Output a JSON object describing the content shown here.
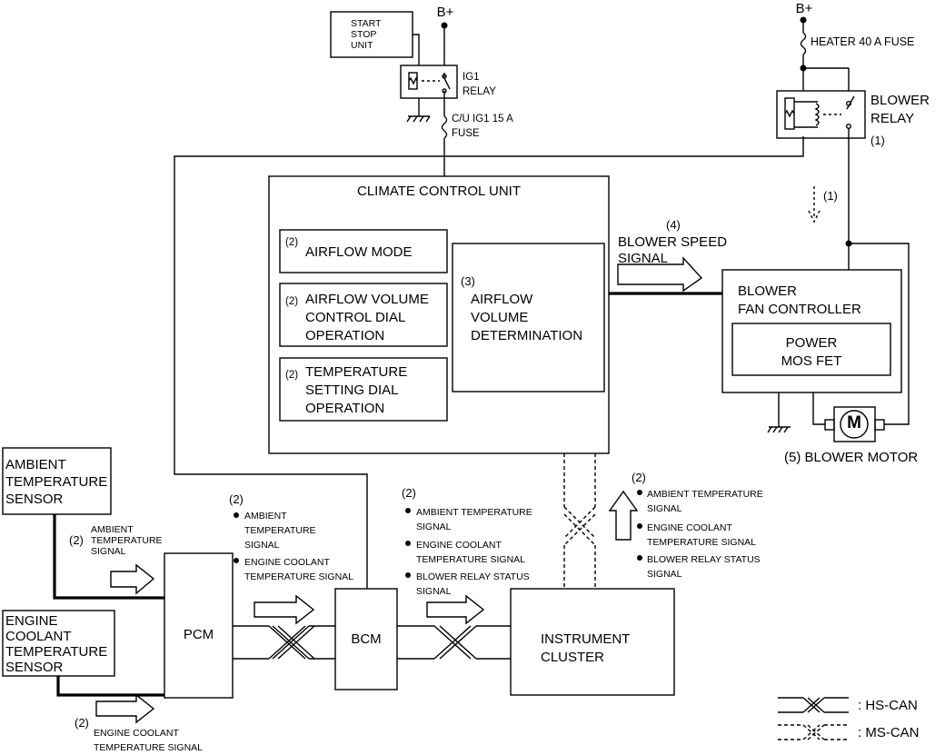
{
  "power": {
    "b_plus_left": "B+",
    "b_plus_right": "B+"
  },
  "start_stop_unit": [
    "START",
    "STOP",
    "UNIT"
  ],
  "ig1_relay": [
    "IG1",
    "RELAY"
  ],
  "cu_fuse": [
    "C/U IG1 15 A",
    "FUSE"
  ],
  "heater_fuse": "HEATER 40 A FUSE",
  "blower_relay": [
    "BLOWER",
    "RELAY"
  ],
  "blower_relay_num": "(1)",
  "flow_1": "(1)",
  "ccu": {
    "title": "CLIMATE CONTROL UNIT",
    "airflow_mode": {
      "num": "(2)",
      "label": "AIRFLOW MODE"
    },
    "airflow_volume": {
      "num": "(2)",
      "lines": [
        "AIRFLOW VOLUME",
        "CONTROL DIAL",
        "OPERATION"
      ]
    },
    "temperature": {
      "num": "(2)",
      "lines": [
        "TEMPERATURE",
        "SETTING DIAL",
        "OPERATION"
      ]
    },
    "determination": {
      "num": "(3)",
      "lines": [
        "AIRFLOW",
        "VOLUME",
        "DETERMINATION"
      ]
    }
  },
  "blower_speed": {
    "num": "(4)",
    "lines": [
      "BLOWER SPEED",
      "SIGNAL"
    ]
  },
  "fan_controller": {
    "lines": [
      "BLOWER",
      "FAN CONTROLLER"
    ],
    "fet": [
      "POWER",
      "MOS FET"
    ]
  },
  "motor": {
    "symbol": "M",
    "label": "(5)  BLOWER MOTOR"
  },
  "ambient_sensor": [
    "AMBIENT",
    "TEMPERATURE",
    "SENSOR"
  ],
  "coolant_sensor": [
    "ENGINE",
    "COOLANT",
    "TEMPERATURE",
    "SENSOR"
  ],
  "ambient_signal": {
    "num": "(2)",
    "lines": [
      "AMBIENT",
      "TEMPERATURE",
      "SIGNAL"
    ]
  },
  "coolant_signal": {
    "num": "(2)",
    "lines": [
      "ENGINE COOLANT",
      "TEMPERATURE SIGNAL"
    ]
  },
  "pcm": "PCM",
  "bcm": "BCM",
  "cluster": [
    "INSTRUMENT",
    "CLUSTER"
  ],
  "pcm_out": {
    "num": "(2)",
    "items": [
      [
        "AMBIENT",
        "TEMPERATURE",
        "SIGNAL"
      ],
      [
        "ENGINE COOLANT",
        "TEMPERATURE SIGNAL"
      ]
    ]
  },
  "bcm_out": {
    "num": "(2)",
    "items": [
      [
        "AMBIENT TEMPERATURE",
        "SIGNAL"
      ],
      [
        "ENGINE COOLANT",
        "TEMPERATURE SIGNAL"
      ],
      [
        "BLOWER RELAY STATUS",
        "SIGNAL"
      ]
    ]
  },
  "cluster_out": {
    "num": "(2)",
    "items": [
      [
        "AMBIENT TEMPERATURE",
        "SIGNAL"
      ],
      [
        "ENGINE COOLANT",
        "TEMPERATURE SIGNAL"
      ],
      [
        "BLOWER RELAY STATUS",
        "SIGNAL"
      ]
    ]
  },
  "legend": {
    "hs": ": HS-CAN",
    "ms": ": MS-CAN"
  }
}
